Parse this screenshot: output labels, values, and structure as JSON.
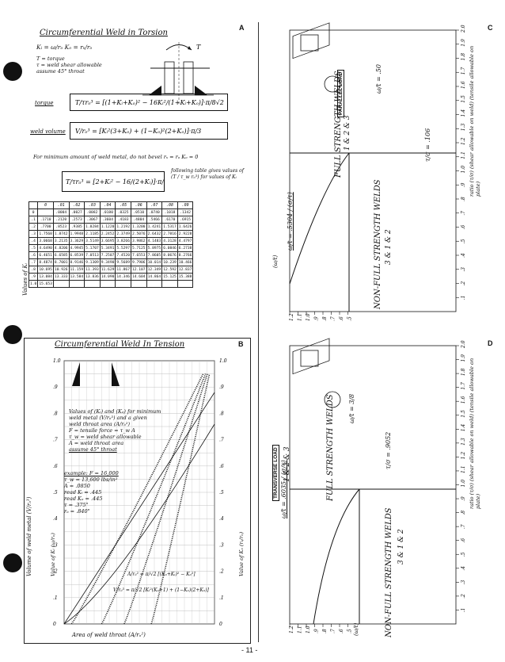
{
  "page_number": "- 11 -",
  "panels": {
    "A": {
      "label": "A",
      "title": "Circumferential Weld in Torsion",
      "k_defs": "Kᵢ = ω/rₒ     Kₒ = rₛ/rₒ",
      "notes": [
        "T = torque",
        "τ = weld shear allowable",
        "assume 45° throat"
      ],
      "torque_label": "torque",
      "weld_volume_label": "weld volume",
      "note_min": "For minimum amount of weld metal, do not bevel  rₛ = rₒ  Kₒ = 0",
      "following_table": "following table gives values of (T / τ_w rₒ³) for values of Kᵢ",
      "table": {
        "columns": [
          "0",
          ".01",
          ".02",
          ".03",
          ".04",
          ".05",
          ".06",
          ".07",
          ".08",
          ".09"
        ],
        "rows": [
          [
            "0",
            "",
            ".0004",
            ".0027",
            ".0082",
            ".0180",
            ".0325",
            ".0510",
            ".0740",
            ".1018",
            ".1342"
          ],
          [
            ".1",
            ".1710",
            ".2120",
            ".2573",
            ".3067",
            ".3604",
            ".4183",
            ".4804",
            ".5466",
            ".6170",
            ".6915"
          ],
          [
            ".2",
            ".7700",
            ".8523",
            ".9385",
            "1.0284",
            "1.1220",
            "1.2192",
            "1.3200",
            "1.4241",
            "1.5317",
            "1.6426"
          ],
          [
            ".3",
            "1.7568",
            "1.8742",
            "1.9948",
            "2.1185",
            "2.2452",
            "2.3749",
            "2.5076",
            "2.6432",
            "2.7816",
            "2.9228"
          ],
          [
            ".4",
            "3.0668",
            "3.2135",
            "3.3629",
            "3.5149",
            "3.6695",
            "3.8266",
            "3.9862",
            "4.1483",
            "4.3128",
            "4.4797"
          ],
          [
            ".5",
            "4.6490",
            "4.8206",
            "4.9945",
            "5.1707",
            "5.3491",
            "5.5297",
            "5.7125",
            "5.8975",
            "6.0846",
            "6.2738"
          ],
          [
            ".6",
            "6.4651",
            "6.6585",
            "6.8539",
            "7.0513",
            "7.2507",
            "7.4520",
            "7.6553",
            "7.8605",
            "8.0676",
            "8.2766"
          ],
          [
            ".7",
            "8.4874",
            "8.7001",
            "8.9146",
            "9.1309",
            "9.3490",
            "9.5689",
            "9.7906",
            "10.014",
            "10.239",
            "10.466"
          ],
          [
            ".8",
            "10.695",
            "10.926",
            "11.159",
            "11.393",
            "11.629",
            "11.867",
            "12.107",
            "12.349",
            "12.592",
            "12.837"
          ],
          [
            ".9",
            "13.084",
            "13.333",
            "13.584",
            "13.836",
            "14.090",
            "14.346",
            "14.604",
            "14.864",
            "15.125",
            "15.388"
          ],
          [
            "1.0",
            "15.653",
            "",
            "",
            "",
            "",
            "",
            "",
            "",
            "",
            ""
          ]
        ],
        "row_axis_label": "Values of Kᵢ"
      }
    },
    "B": {
      "label": "B",
      "title": "Circumferential Weld In Tension",
      "legend_lines": [
        "Values of (Kᵢ) and (Kₒ) for minimum",
        "weld metal (V/rₒ³) and a given",
        "weld throat area (A/rₒ²)",
        "F = tensile force = τ_w A",
        "τ_w = weld shear allowable",
        "A = weld throat area",
        "assume 45° throat"
      ],
      "example_lines": [
        "example: F = 16,000",
        "τ_w = 13,600 lbs/in²",
        "A = .0850",
        "read Kᵢ = .445",
        "read Kₒ = .445",
        "τ = .375\"",
        "rₒ = .840\""
      ],
      "x_axis_label": "Area of weld throat (A/rₒ²)",
      "y_left_label": "Volume of weld metal (V/rₒ³)",
      "y_mid_label": "Value of Kᵢ (ω/rₒ)",
      "y_right_label": "Value of Kₒ (rₛ/rₒ)",
      "formula_A": "A/rₒ² = π/√2 [(Kₒ+Kᵢ)² − Kₒ²]",
      "formula_V": "V/rₒ³ = π/√2 [Kᵢ²(Kₒ+1) + (1−Kₒ)(2+Kₒ)]",
      "y_ticks": [
        "1.0",
        ".9",
        ".8",
        ".7",
        ".6",
        ".5",
        ".4",
        ".3",
        ".2",
        ".1",
        "0"
      ]
    },
    "C": {
      "label": "C",
      "load_label": "PARALLEL LOAD",
      "full_label": "FULL STRENGTH WELDS",
      "full_cases": "1 & 2 & 3",
      "nonfull_label": "NON-FULL STRENGTH WELDS",
      "nonfull_cases": "3 & 1 & 2",
      "eq_top": "ω/t = .50",
      "eq_curve": "ω/t = .5304 / (σ/τ)",
      "eq_vertical": "τ/σ = .106",
      "x_axis_label": "ratio (τ/σ) (shear allowable on weld) (tensile allowable on plate)",
      "y_axis_label": "(ω/t)",
      "x_ticks": [
        ".1",
        ".2",
        ".3",
        ".4",
        ".5",
        ".6",
        ".7",
        ".8",
        ".9",
        "1.0",
        "1.1",
        "1.2",
        "1.3",
        "1.4",
        "1.5",
        "1.6",
        "1.7",
        "1.8",
        "1.9",
        "2.0"
      ],
      "y_ticks": [
        "1.2",
        "1.1",
        "1.0",
        ".9",
        ".8",
        ".7",
        ".6",
        ".5"
      ]
    },
    "D": {
      "label": "D",
      "load_label": "TRANSVERSE LOAD",
      "full_label": "FULL STRENGTH WELDS",
      "full_cases": "1 & 2 & 3",
      "nonfull_label": "NON-FULL STRENGTH WELDS",
      "nonfull_cases": "3 & 1 & 2",
      "eq_top": "ω/t = 3/8",
      "eq_curve": "ω/t = .6035 / (σ/τ)",
      "eq_vertical": "τ/σ = .9052",
      "x_axis_label": "ratio (τ/σ) (shear allowable on weld) (tensile allowable on plate)",
      "y_axis_label": "(ω/t)",
      "x_ticks": [
        ".1",
        ".2",
        ".3",
        ".4",
        ".5",
        ".6",
        ".7",
        ".8",
        ".9",
        "1.0",
        "1.1",
        "1.2",
        "1.3",
        "1.4",
        "1.5",
        "1.6",
        "1.7",
        "1.8",
        "1.9",
        "2.0"
      ],
      "y_ticks": [
        "1.2",
        "1.1",
        "1.0",
        ".9",
        ".8",
        ".7",
        ".6",
        ".5"
      ]
    }
  }
}
